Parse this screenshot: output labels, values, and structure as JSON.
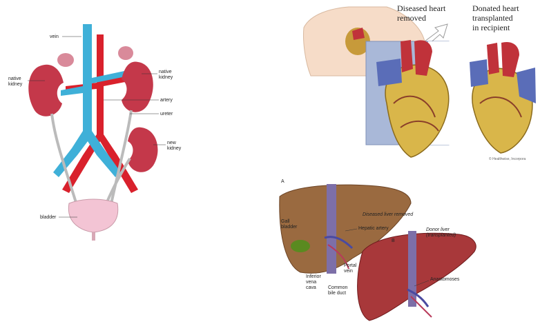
{
  "kidney": {
    "labels": {
      "vein": "vein",
      "native_kidney_left_1": "native",
      "native_kidney_left_2": "kidney",
      "native_kidney_right_1": "native",
      "native_kidney_right_2": "kidney",
      "artery": "artery",
      "ureter": "ureter",
      "new_kidney_1": "new",
      "new_kidney_2": "kidney",
      "bladder": "bladder"
    }
  },
  "heart": {
    "caption_removed_1": "Diseased heart",
    "caption_removed_2": "removed",
    "caption_donated_1": "Donated heart",
    "caption_donated_2": "transplanted",
    "caption_donated_3": "in recipient",
    "credit": "© Healthwise, Incorpora"
  },
  "liver": {
    "panel_a": "A",
    "panel_b": "B",
    "diseased_removed": "Diseased liver removed",
    "hepatic_artery": "Hepatic artery",
    "donor_liver_1": "Donor liver",
    "donor_liver_2": "(transplanted)",
    "portal_vein_1": "Portal",
    "portal_vein_2": "vein",
    "ivc_1": "Inferior",
    "ivc_2": "vena",
    "ivc_3": "cava",
    "bile_duct_1": "Common",
    "bile_duct_2": "bile duct",
    "anastomoses": "Anastomoses",
    "gallbladder_1": "Gall",
    "gallbladder_2": "bladder"
  }
}
